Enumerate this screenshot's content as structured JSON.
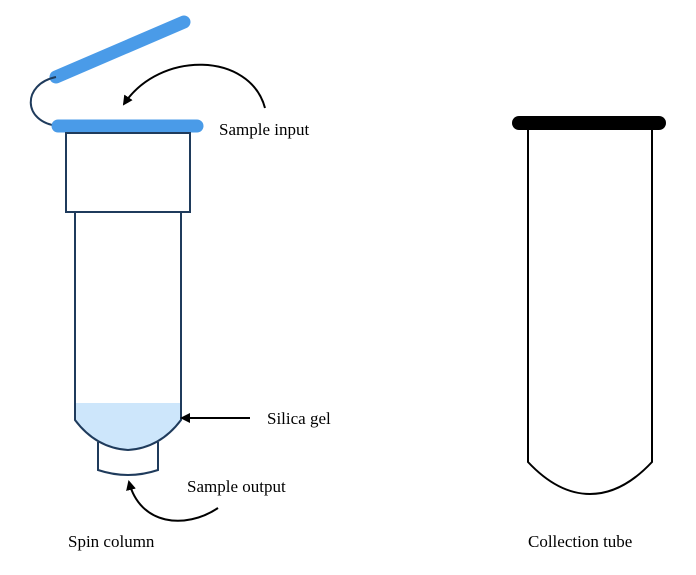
{
  "labels": {
    "sample_input": "Sample input",
    "silica_gel": "Silica gel",
    "sample_output": "Sample output",
    "spin_column": "Spin column",
    "collection_tube": "Collection tube"
  },
  "colors": {
    "cap_blue": "#4a9be8",
    "column_outline": "#1f3b5c",
    "silica_fill": "#cde6fb",
    "collection_cap": "#000000",
    "arrow": "#000000"
  }
}
